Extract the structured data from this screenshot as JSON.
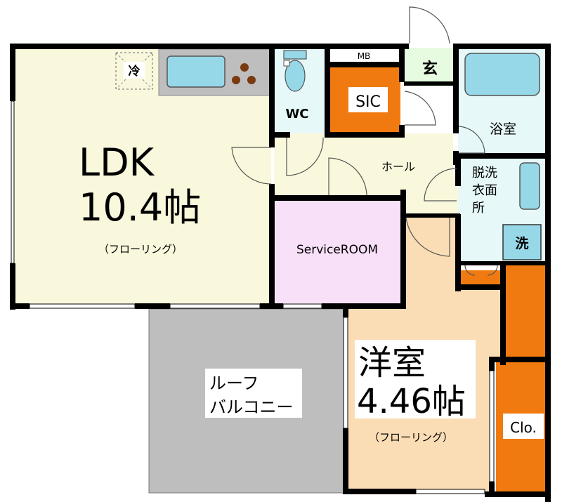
{
  "rooms": {
    "ldk": {
      "name": "LDK",
      "size": "10.4帖",
      "floor": "（フローリング）"
    },
    "western": {
      "name": "洋室",
      "size": "4.46帖",
      "floor": "（フローリング）"
    },
    "service": {
      "name": "ServiceROOM"
    },
    "wc": {
      "name": "WC"
    },
    "sic": {
      "name": "SIC"
    },
    "entrance": {
      "name": "玄"
    },
    "mb": {
      "name": "MB"
    },
    "bath": {
      "name": "浴室"
    },
    "hall": {
      "name": "ホール"
    },
    "dressing": {
      "line1": "脱洗",
      "line2": "衣面",
      "line3": "所"
    },
    "washer": {
      "name": "洗"
    },
    "fridge": {
      "name": "冷"
    },
    "closet": {
      "name": "Clo."
    },
    "balcony": {
      "line1": "ルーフ",
      "line2": "バルコニー"
    }
  },
  "colors": {
    "ldk_floor": "#FAF8DC",
    "western_floor": "#FBDDB5",
    "service_floor": "#F9E0F9",
    "wet_area": "#E6F8F8",
    "entrance_floor": "#E6FBDF",
    "storage": "#F07A10",
    "balcony": "#BEBEBE",
    "fixture": "#96D8E8",
    "walls": "#000000"
  }
}
